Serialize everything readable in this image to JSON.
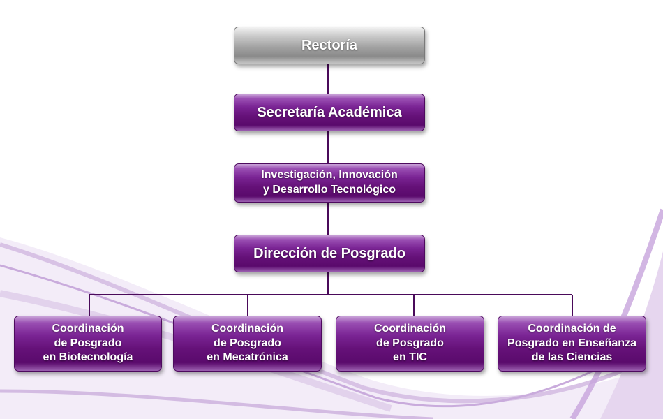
{
  "org_chart": {
    "rectoria": "Rectoría",
    "secretaria": "Secretaría Académica",
    "investigacion": {
      "line1": "Investigación, Innovación",
      "line2": "y Desarrollo Tecnológico"
    },
    "direccion": "Dirección de Posgrado",
    "coordinaciones": [
      {
        "line1": "Coordinación",
        "line2": "de Posgrado",
        "line3": "en Biotecnología"
      },
      {
        "line1": "Coordinación",
        "line2": "de Posgrado",
        "line3": "en Mecatrónica"
      },
      {
        "line1": "Coordinación",
        "line2": "de Posgrado",
        "line3": "en TIC"
      },
      {
        "line1": "Coordinación de",
        "line2": "Posgrado en Enseñanza",
        "line3": "de las Ciencias"
      }
    ]
  },
  "colors": {
    "node_purple": "#6a1480",
    "node_gray": "#9a9a9a",
    "connector": "#4a0a5a",
    "swoosh": "#c7a4dc"
  }
}
